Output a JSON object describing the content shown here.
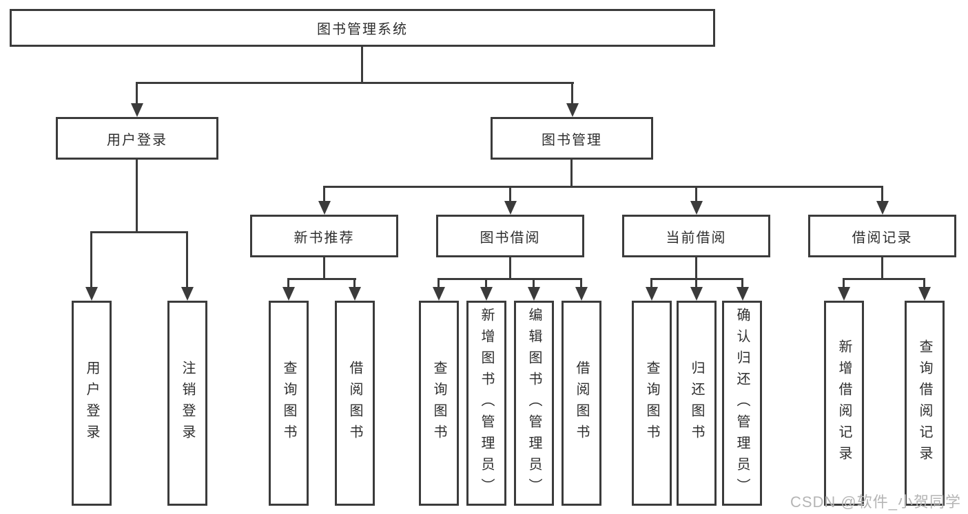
{
  "title": "图书管理系统",
  "watermark": "CSDN @软件_小贺同学",
  "colors": {
    "line": "#3b3b3b",
    "text": "#2e2e2e",
    "watermark": "#b5b5b5",
    "background": "#ffffff"
  },
  "tree": {
    "root": {
      "label": "图书管理系统"
    },
    "branches": [
      {
        "label": "用户登录",
        "children": [
          {
            "label": "用户登录"
          },
          {
            "label": "注销登录"
          }
        ]
      },
      {
        "label": "图书管理",
        "children": [
          {
            "label": "新书推荐",
            "children": [
              {
                "label": "查询图书"
              },
              {
                "label": "借阅图书"
              }
            ]
          },
          {
            "label": "图书借阅",
            "children": [
              {
                "label": "查询图书"
              },
              {
                "label": "新增图书（管理员）"
              },
              {
                "label": "编辑图书（管理员）"
              },
              {
                "label": "借阅图书"
              }
            ]
          },
          {
            "label": "当前借阅",
            "children": [
              {
                "label": "查询图书"
              },
              {
                "label": "归还图书"
              },
              {
                "label": "确认归还（管理员）"
              }
            ]
          },
          {
            "label": "借阅记录",
            "children": [
              {
                "label": "新增借阅记录"
              },
              {
                "label": "查询借阅记录"
              }
            ]
          }
        ]
      }
    ]
  }
}
